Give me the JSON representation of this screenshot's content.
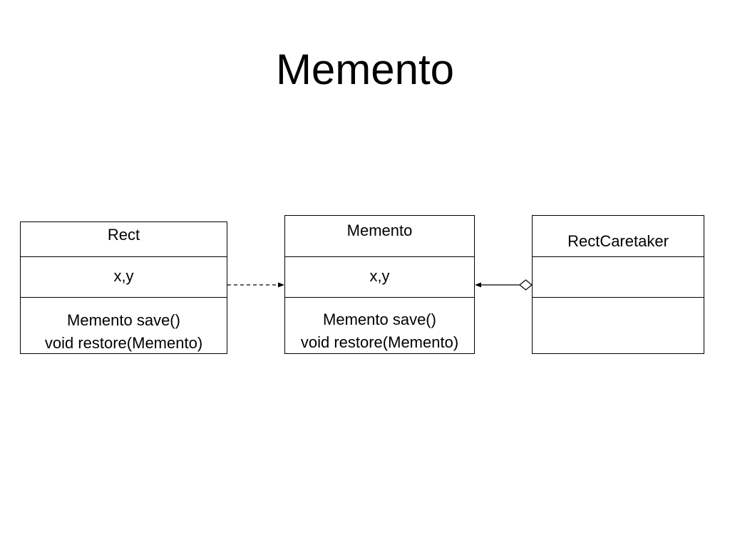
{
  "title": "Memento",
  "classes": [
    {
      "name": "Rect",
      "attributes": "x,y",
      "operations": [
        "Memento save()",
        "void restore(Memento)"
      ]
    },
    {
      "name": "Memento",
      "attributes": "x,y",
      "operations": [
        "Memento save()",
        "void restore(Memento)"
      ]
    },
    {
      "name": "RectCaretaker",
      "attributes": "",
      "operations": []
    }
  ],
  "relations": [
    {
      "from": "Rect",
      "to": "Memento",
      "type": "dependency",
      "line": "dashed",
      "arrow": "filled"
    },
    {
      "from": "RectCaretaker",
      "to": "Memento",
      "type": "aggregation",
      "line": "solid",
      "arrow": "filled",
      "end_marker": "hollow-diamond"
    }
  ]
}
